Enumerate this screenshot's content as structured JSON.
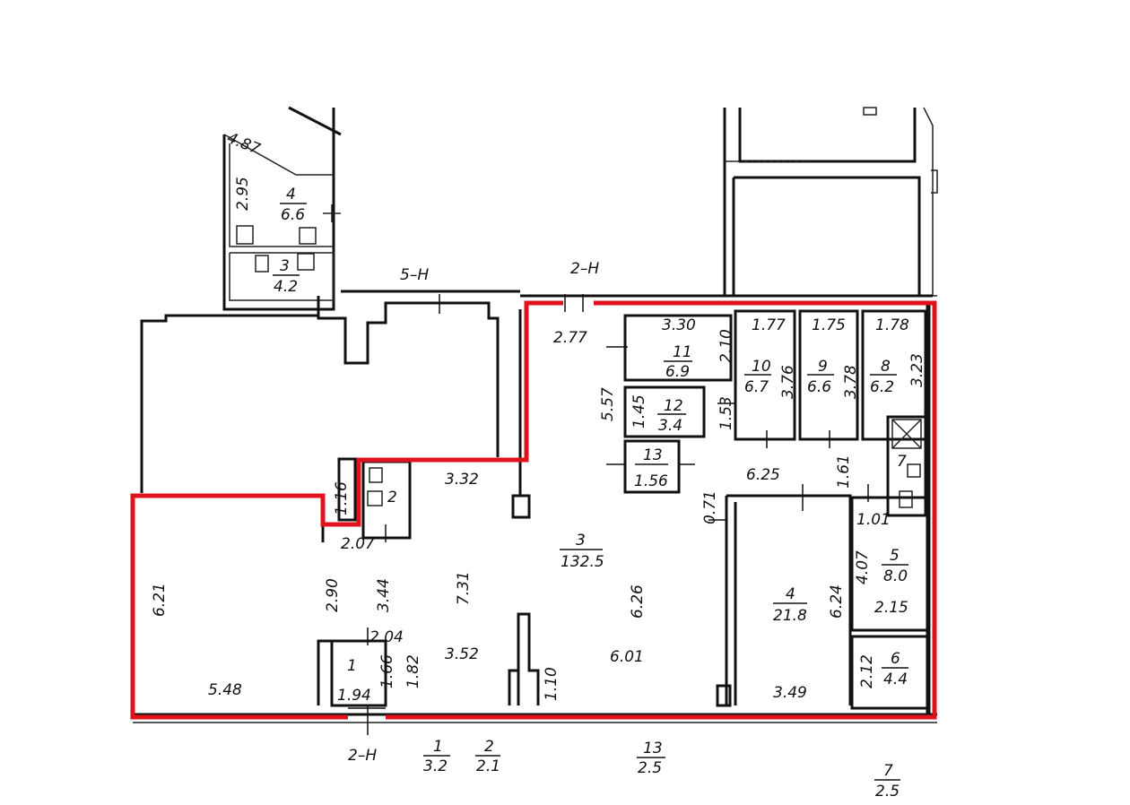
{
  "dimensions": {
    "d_4_87": "4.87",
    "d_2_95": "2.95",
    "d_2_77": "2.77",
    "d_3_30": "3.30",
    "d_2_10": "2.10",
    "d_5_57": "5.57",
    "d_1_45": "1.45",
    "d_1_53": "1.53",
    "d_1_77": "1.77",
    "d_1_75": "1.75",
    "d_1_78": "1.78",
    "d_3_76": "3.76",
    "d_3_78": "3.78",
    "d_3_23": "3.23",
    "d_3_32": "3.32",
    "d_1_16": "1.16",
    "d_2_07": "2.07",
    "d_6_25": "6.25",
    "d_1_61": "1.61",
    "d_0_71": "0.71",
    "d_1_01": "1.01",
    "d_6_21": "6.21",
    "d_2_90": "2.90",
    "d_3_44": "3.44",
    "d_7_31": "7.31",
    "d_6_26": "6.26",
    "d_6_24": "6.24",
    "d_4_07": "4.07",
    "d_2_15": "2.15",
    "d_2_04": "2.04",
    "d_3_52": "3.52",
    "d_6_01": "6.01",
    "d_1_66": "1.66",
    "d_1_82": "1.82",
    "d_1_10": "1.10",
    "d_5_48": "5.48",
    "d_1_94": "1.94",
    "d_3_49": "3.49",
    "d_2_12": "2.12"
  },
  "rooms": [
    {
      "key": "r4top",
      "num": "4",
      "area": "6.6"
    },
    {
      "key": "r3top",
      "num": "3",
      "area": "4.2"
    },
    {
      "key": "r11",
      "num": "11",
      "area": "6.9"
    },
    {
      "key": "r12",
      "num": "12",
      "area": "3.4"
    },
    {
      "key": "r13",
      "num": "13",
      "area": "1.56"
    },
    {
      "key": "r10",
      "num": "10",
      "area": "6.7"
    },
    {
      "key": "r9",
      "num": "9",
      "area": "6.6"
    },
    {
      "key": "r8",
      "num": "8",
      "area": "6.2"
    },
    {
      "key": "r3main",
      "num": "3",
      "area": "132.5"
    },
    {
      "key": "r4",
      "num": "4",
      "area": "21.8"
    },
    {
      "key": "r5",
      "num": "5",
      "area": "8.0"
    },
    {
      "key": "r6",
      "num": "6",
      "area": "4.4"
    },
    {
      "key": "out1",
      "num": "1",
      "area": "3.2"
    },
    {
      "key": "out2",
      "num": "2",
      "area": "2.1"
    },
    {
      "key": "out13",
      "num": "13",
      "area": "2.5"
    },
    {
      "key": "out7",
      "num": "7",
      "area": "2.5"
    }
  ],
  "single_labels": {
    "room2": "2",
    "room1": "1",
    "room7": "7"
  },
  "entrances": {
    "e5n": "5–Н",
    "e2n_top": "2–Н",
    "e2n_bottom": "2–Н"
  },
  "colors": {
    "boundary": "#e0121b",
    "walls": "#111111"
  }
}
